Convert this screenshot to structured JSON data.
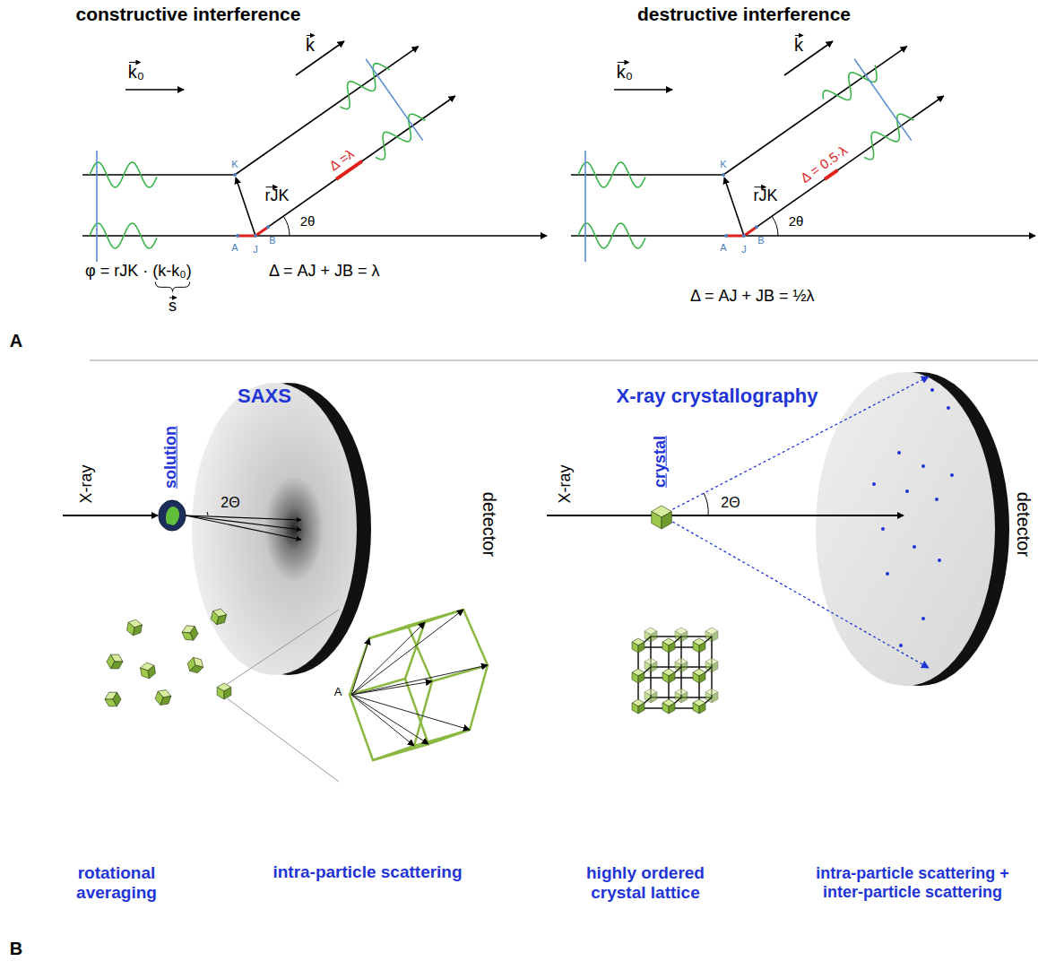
{
  "diagram": {
    "labels": [
      "constructive interference",
      "destructive interference",
      "k₀",
      "k",
      "K",
      "rJK",
      "A",
      "J",
      "B",
      "2θ",
      "Δ =λ",
      "φ = rJK · (k-k₀)",
      "s",
      "Δ = AJ + JB = λ",
      "k₀",
      "k",
      "K",
      "rJK",
      "A",
      "J",
      "B",
      "2θ",
      "Δ = 0.5·λ",
      "Δ = AJ + JB = ½λ",
      "A",
      "SAXS",
      "X-ray crystallography",
      "X-ray",
      "solution",
      "2Θ",
      "detector",
      "X-ray",
      "crystal",
      "2Θ",
      "detector",
      "rotational averaging",
      "intra-particle scattering",
      "A",
      "highly ordered crystal lattice",
      "intra-particle scattering + inter-particle scattering",
      "B"
    ]
  }
}
